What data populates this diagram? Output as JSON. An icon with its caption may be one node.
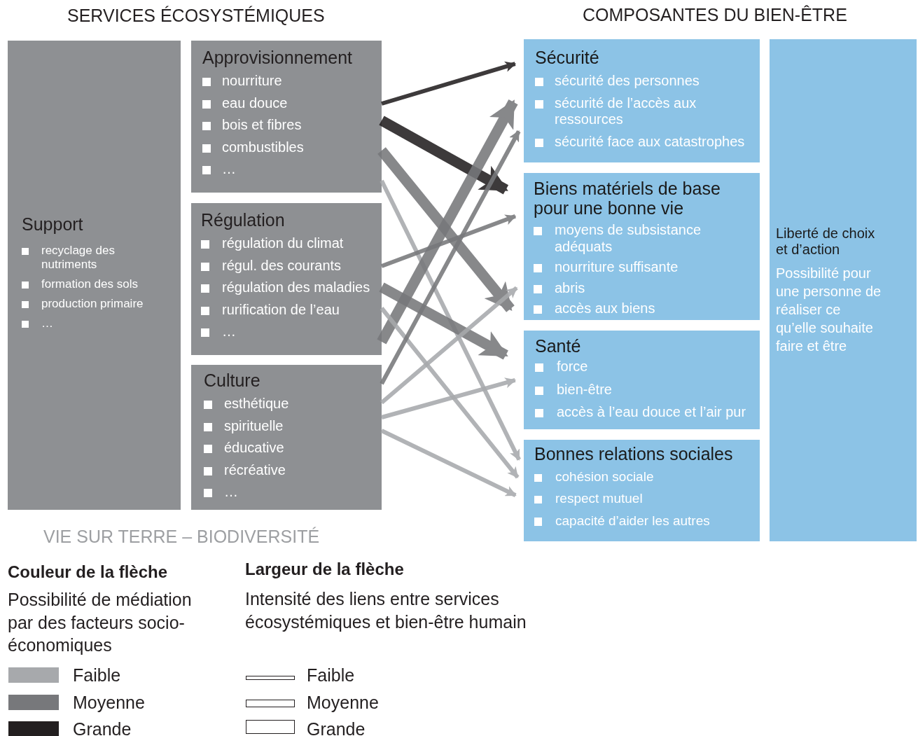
{
  "diagram": {
    "nodes": [
      {
        "text": [
          "Support",
          "recyclage des nutriments",
          "formation des sols",
          "production primaire",
          "…"
        ]
      },
      {
        "text": [
          "Approvisionnement",
          "nourriture",
          "eau douce",
          "bois et fibres",
          "combustibles",
          "…"
        ]
      },
      {
        "text": [
          "Régulation",
          "régulation du climat",
          "régul. des courants",
          "régulation des maladies",
          "rurification de l’eau",
          "…"
        ]
      },
      {
        "text": [
          "Culture",
          "esthétique",
          "spirituelle",
          "éducative",
          "récréative",
          "…"
        ]
      },
      {
        "text": [
          "Sécurité",
          "sécurité des personnes",
          "sécurité de l’accès aux ressources",
          "sécurité face aux catastrophes"
        ]
      },
      {
        "text": [
          "Biens matériels de base pour une bonne vie",
          "moyens de subsistance adéquats",
          "nourriture suffisante",
          "abris",
          "accès aux biens"
        ]
      },
      {
        "text": [
          "Santé",
          "force",
          "bien-être",
          "accès à l’eau douce et l’air pur"
        ]
      },
      {
        "text": [
          "Bonnes relations sociales",
          "cohésion sociale",
          "respect mutuel",
          "capacité d’aider les autres"
        ]
      },
      {
        "text": [
          "Liberté de choix et d’action",
          "Possibilité pour une personne de réaliser ce qu’elle souhaite faire et être"
        ]
      }
    ],
    "edges": [
      {
        "from": 1,
        "to": 4,
        "arrow": "to",
        "color": "#231f20"
      },
      {
        "from": 1,
        "to": 5,
        "arrow": "to",
        "style": "thick",
        "color": "#231f20"
      },
      {
        "from": 1,
        "to": 6,
        "arrow": "to",
        "style": "thick",
        "color": "#77787b"
      },
      {
        "from": 1,
        "to": 7,
        "arrow": "to",
        "color": "#a7a9ac"
      },
      {
        "from": 2,
        "to": 4,
        "arrow": "to",
        "style": "thick",
        "color": "#77787b"
      },
      {
        "from": 2,
        "to": 5,
        "arrow": "to",
        "color": "#77787b"
      },
      {
        "from": 2,
        "to": 6,
        "arrow": "to",
        "style": "thick",
        "color": "#77787b"
      },
      {
        "from": 2,
        "to": 7,
        "arrow": "to",
        "color": "#a7a9ac"
      },
      {
        "from": 3,
        "to": 4,
        "arrow": "to",
        "color": "#77787b"
      },
      {
        "from": 3,
        "to": 5,
        "arrow": "to",
        "color": "#a7a9ac"
      },
      {
        "from": 3,
        "to": 6,
        "arrow": "to",
        "color": "#a7a9ac"
      },
      {
        "from": 3,
        "to": 7,
        "arrow": "to",
        "color": "#a7a9ac"
      }
    ],
    "labels": [
      "SERVICES ÉCOSYSTÉMIQUES",
      "COMPOSANTES DU BIEN-ÊTRE",
      "VIE SUR TERRE – BIODIVERSITÉ",
      "Couleur de la flèche",
      "Possibilité de médiation par des facteurs socio-économiques",
      "Largeur de la flèche",
      "Intensité des liens entre services écosystémiques et bien-être humain"
    ],
    "legend": [
      {
        "text": "Faible",
        "color": "#a7a9ac"
      },
      {
        "text": "Moyenne",
        "color": "#77787b"
      },
      {
        "text": "Grande",
        "color": "#231f20"
      },
      {
        "text": "Faible"
      },
      {
        "text": "Moyenne"
      },
      {
        "text": "Grande"
      }
    ]
  }
}
